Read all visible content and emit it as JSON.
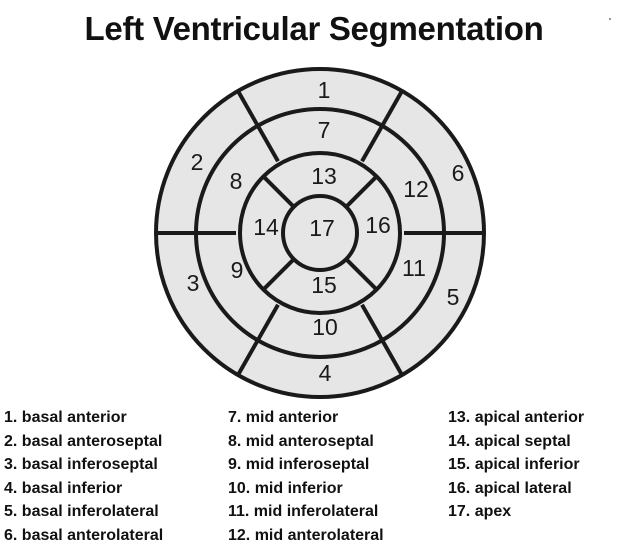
{
  "title": "Left Ventricular Segmentation",
  "colors": {
    "segment_fill": "#e6e6e6",
    "outline": "#1a1a1a",
    "background": "#ffffff"
  },
  "segments": [
    {
      "id": 1,
      "number": "1",
      "label": "1. basal anterior"
    },
    {
      "id": 2,
      "number": "2",
      "label": "2. basal anteroseptal"
    },
    {
      "id": 3,
      "number": "3",
      "label": "3. basal inferoseptal"
    },
    {
      "id": 4,
      "number": "4",
      "label": "4. basal inferior"
    },
    {
      "id": 5,
      "number": "5",
      "label": "5. basal inferolateral"
    },
    {
      "id": 6,
      "number": "6",
      "label": "6. basal anterolateral"
    },
    {
      "id": 7,
      "number": "7",
      "label": "7. mid anterior"
    },
    {
      "id": 8,
      "number": "8",
      "label": "8. mid anteroseptal"
    },
    {
      "id": 9,
      "number": "9",
      "label": "9. mid inferoseptal"
    },
    {
      "id": 10,
      "number": "10",
      "label": "10. mid inferior"
    },
    {
      "id": 11,
      "number": "11",
      "label": "11. mid inferolateral"
    },
    {
      "id": 12,
      "number": "12",
      "label": "12. mid anterolateral"
    },
    {
      "id": 13,
      "number": "13",
      "label": "13. apical anterior"
    },
    {
      "id": 14,
      "number": "14",
      "label": "14. apical septal"
    },
    {
      "id": 15,
      "number": "15",
      "label": "15. apical inferior"
    },
    {
      "id": 16,
      "number": "16",
      "label": "16. apical lateral"
    },
    {
      "id": 17,
      "number": "17",
      "label": "17. apex"
    }
  ]
}
